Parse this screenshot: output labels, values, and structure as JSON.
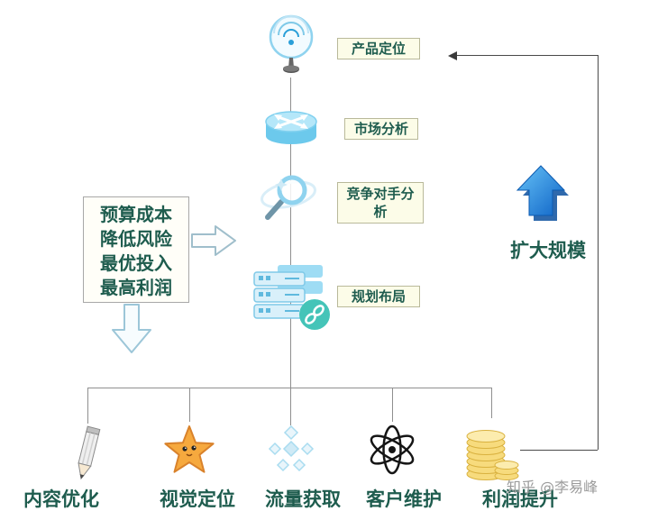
{
  "diagram": {
    "flow_nodes": [
      {
        "label": "产品定位",
        "icon": "signal-tower-icon"
      },
      {
        "label": "市场分析",
        "icon": "router-icon"
      },
      {
        "label": "竞争对手分析",
        "icon": "magnifier-icon"
      },
      {
        "label": "规划布局",
        "icon": "server-link-icon"
      }
    ],
    "side_note": {
      "lines": [
        "预算成本",
        "降低风险",
        "最优投入",
        "最高利润"
      ]
    },
    "scale_up": {
      "label": "扩大规模",
      "icon": "up-arrow-3d-icon"
    },
    "bottom_items": [
      {
        "label": "内容优化",
        "icon": "pencil-icon"
      },
      {
        "label": "视觉定位",
        "icon": "star-icon"
      },
      {
        "label": "流量获取",
        "icon": "diamonds-icon"
      },
      {
        "label": "客户维护",
        "icon": "atom-icon"
      },
      {
        "label": "利润提升",
        "icon": "coins-icon"
      }
    ],
    "watermark": "知乎 @李易峰"
  },
  "colors": {
    "label_text": "#1e5c4e",
    "label_box_bg": "#fcfce8",
    "label_box_border": "#b9b99a",
    "flow_line": "#8f8f8f",
    "loop_line": "#4a4a4a",
    "blue_arrow": "#1f7fe0",
    "star_orange": "#f6a93e",
    "coin_gold": "#f7db7d",
    "icon_blue": "#7fd0ef",
    "link_teal": "#45c4b8"
  }
}
